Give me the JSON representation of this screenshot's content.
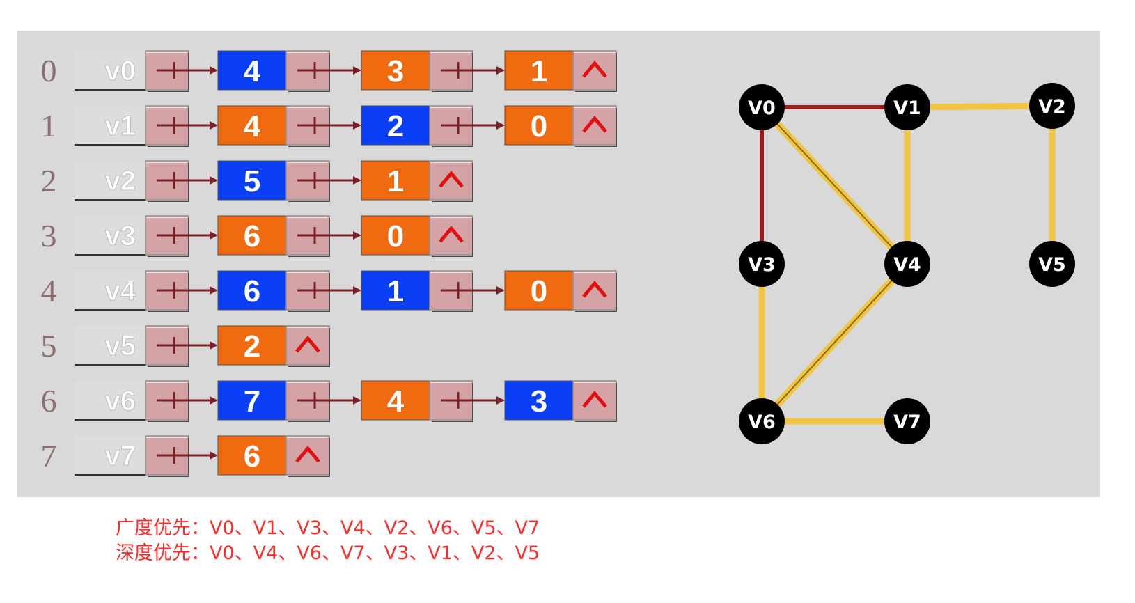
{
  "adjacency_list": {
    "rows": [
      {
        "index": "0",
        "vertex": "v0",
        "nodes": [
          {
            "value": "4",
            "color": "blue"
          },
          {
            "value": "3",
            "color": "orange"
          },
          {
            "value": "1",
            "color": "orange"
          }
        ]
      },
      {
        "index": "1",
        "vertex": "v1",
        "nodes": [
          {
            "value": "4",
            "color": "orange"
          },
          {
            "value": "2",
            "color": "blue"
          },
          {
            "value": "0",
            "color": "orange"
          }
        ]
      },
      {
        "index": "2",
        "vertex": "v2",
        "nodes": [
          {
            "value": "5",
            "color": "blue"
          },
          {
            "value": "1",
            "color": "orange"
          }
        ]
      },
      {
        "index": "3",
        "vertex": "v3",
        "nodes": [
          {
            "value": "6",
            "color": "orange"
          },
          {
            "value": "0",
            "color": "orange"
          }
        ]
      },
      {
        "index": "4",
        "vertex": "v4",
        "nodes": [
          {
            "value": "6",
            "color": "blue"
          },
          {
            "value": "1",
            "color": "blue"
          },
          {
            "value": "0",
            "color": "orange"
          }
        ]
      },
      {
        "index": "5",
        "vertex": "v5",
        "nodes": [
          {
            "value": "2",
            "color": "orange"
          }
        ]
      },
      {
        "index": "6",
        "vertex": "v6",
        "nodes": [
          {
            "value": "7",
            "color": "blue"
          },
          {
            "value": "4",
            "color": "orange"
          },
          {
            "value": "3",
            "color": "blue"
          }
        ]
      },
      {
        "index": "7",
        "vertex": "v7",
        "nodes": [
          {
            "value": "6",
            "color": "orange"
          }
        ]
      }
    ],
    "null_symbol": "^"
  },
  "graph": {
    "nodes": [
      {
        "id": "V0",
        "label": "V0"
      },
      {
        "id": "V1",
        "label": "V1"
      },
      {
        "id": "V2",
        "label": "V2"
      },
      {
        "id": "V3",
        "label": "V3"
      },
      {
        "id": "V4",
        "label": "V4"
      },
      {
        "id": "V5",
        "label": "V5"
      },
      {
        "id": "V6",
        "label": "V6"
      },
      {
        "id": "V7",
        "label": "V7"
      }
    ],
    "edges": [
      {
        "from": "V0",
        "to": "V1",
        "style": "red"
      },
      {
        "from": "V0",
        "to": "V3",
        "style": "red"
      },
      {
        "from": "V0",
        "to": "V4",
        "style": "yellow-double"
      },
      {
        "from": "V1",
        "to": "V2",
        "style": "yellow"
      },
      {
        "from": "V1",
        "to": "V4",
        "style": "yellow"
      },
      {
        "from": "V2",
        "to": "V5",
        "style": "yellow"
      },
      {
        "from": "V3",
        "to": "V6",
        "style": "yellow"
      },
      {
        "from": "V4",
        "to": "V6",
        "style": "yellow-double"
      },
      {
        "from": "V6",
        "to": "V7",
        "style": "yellow"
      }
    ]
  },
  "colors": {
    "blue": "#0a3ff5",
    "orange": "#f06a10",
    "pointer_cell": "#d4a3a6",
    "arrow": "#7a1f24",
    "edge_red": "#9b1c1c",
    "edge_yellow": "#f0c542",
    "caption": "#ff2a2a"
  },
  "captions": {
    "bfs": "广度优先：V0、V1、V3、V4、V2、V6、V5、V7",
    "dfs": "深度优先：V0、V4、V6、V7、V3、V1、V2、V5"
  }
}
